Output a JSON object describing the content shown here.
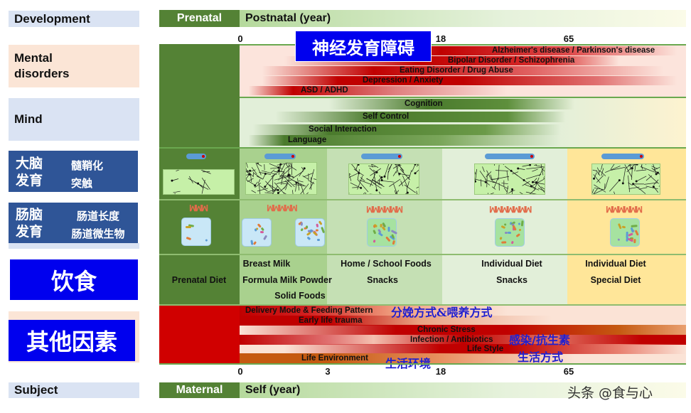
{
  "left_labels": {
    "development": "Development",
    "mental": "Mental\ndisorders",
    "mind": "Mind",
    "brain": {
      "l1": "大脑",
      "l2": "发育",
      "r1": "髓鞘化",
      "r2": "突触"
    },
    "gut": {
      "l1": "肠脑",
      "l2": "发育",
      "r1": "肠道长度",
      "r2": "肠道微生物"
    },
    "diet": "饮食",
    "other": "其他因素",
    "subject": "Subject"
  },
  "header": {
    "prenatal": "Prenatal",
    "postnatal": "Postnatal (year)",
    "maternal": "Maternal",
    "self": "Self (year)"
  },
  "top_ticks": [
    "0",
    "18",
    "65"
  ],
  "bottom_ticks": [
    "0",
    "3",
    "18",
    "65"
  ],
  "overlay_title": "神经发育障碍",
  "mental_disorders": [
    "Alzheimer's disease / Parkinson's disease",
    "Bipolar Disorder / Schizophrenia",
    "Eating Disorder / Drug Abuse",
    "Depression / Anxiety",
    "ASD / ADHD"
  ],
  "mind": [
    "Cognition",
    "Self Control",
    "Social Interaction",
    "Language"
  ],
  "diet": {
    "prenatal": "Prenatal Diet",
    "infant": [
      "Breast Milk",
      "Formula Milk Powder",
      "Solid Foods"
    ],
    "child": [
      "Home / School Foods",
      "Snacks"
    ],
    "adult": [
      "Individual Diet",
      "Snacks"
    ],
    "elder": [
      "Individual Diet",
      "Special  Diet"
    ]
  },
  "other_factors": [
    "Delivery Mode & Feeding Pattern",
    "Early life trauma",
    "Chronic Stress",
    "Infection / Antibiotics",
    "Life Style",
    "Life Environment"
  ],
  "other_factors_cn": {
    "delivery": "分娩方式&喂养方式",
    "infection": "感染/抗生素",
    "lifestyle": "生活方式",
    "environment": "生活环境"
  },
  "watermark": "头条 @食与心",
  "colors": {
    "prenatal_green": "#548235",
    "label_blue": "#2f5597",
    "accent_blue": "#0000ee",
    "disorder_red": "#c00000"
  }
}
